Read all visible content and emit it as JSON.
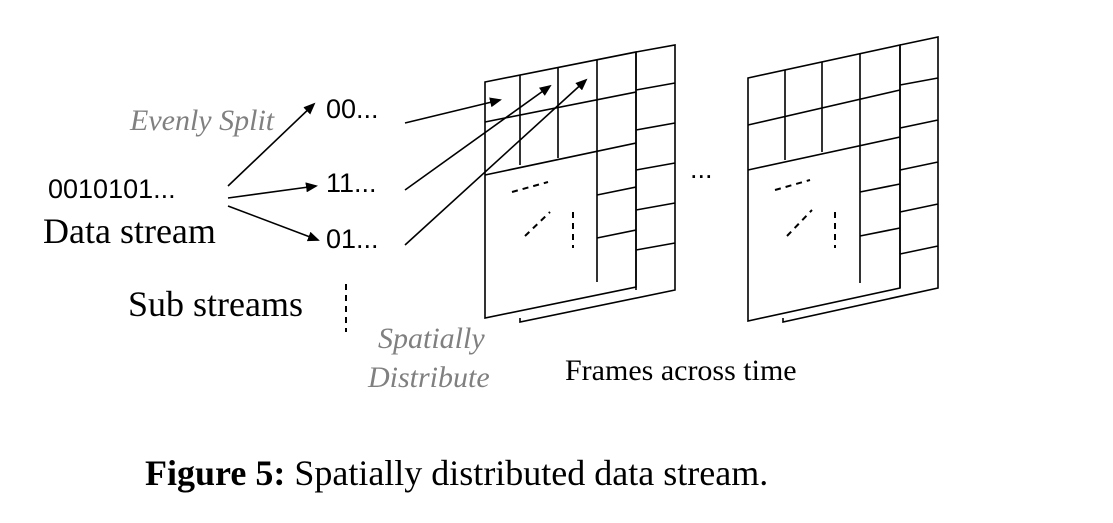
{
  "input": {
    "bits": "0010101...",
    "label": "Data stream"
  },
  "split_label": "Evenly Split",
  "substreams": [
    "00...",
    "11...",
    "01..."
  ],
  "substreams_label": "Sub streams",
  "distribute_label": [
    "Spatially",
    "Distribute"
  ],
  "ellipsis": "...",
  "frames_label": "Frames across time",
  "caption": {
    "prefix": "Figure 5:",
    "text": " Spatially distributed data stream."
  }
}
